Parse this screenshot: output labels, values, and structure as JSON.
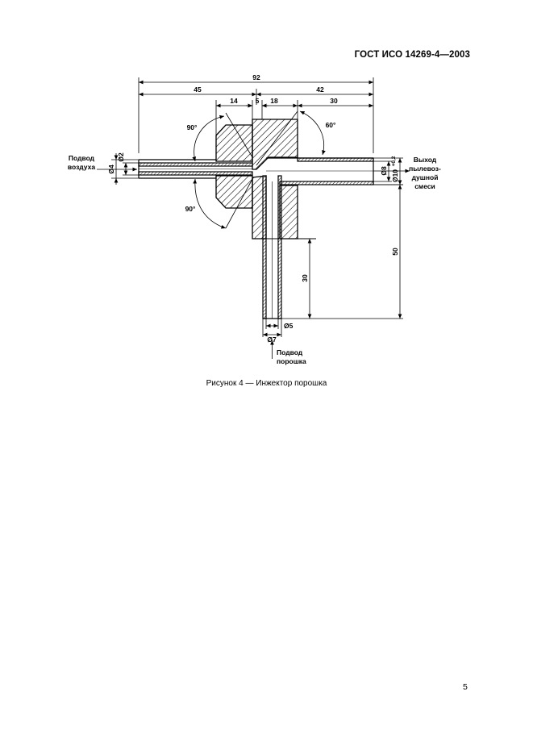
{
  "header": {
    "standard": "ГОСТ ИСО 14269-4—2003"
  },
  "figure": {
    "dimensions": {
      "overall_length": "92",
      "left_length": "45",
      "right_length": "42",
      "d14": "14",
      "d5": "5",
      "d18": "18",
      "d30_top": "30",
      "angle_top_left": "90°",
      "angle_top_right": "60°",
      "angle_bottom_left": "90°",
      "dia_4": "Ø4",
      "dia_2": "Ø2",
      "dia_8": "Ø8",
      "dia_10": "Ø10",
      "tol_10": "+0,2",
      "height_50": "50",
      "height_30": "30",
      "dia_7": "Ø7",
      "dia_5": "Ø5"
    },
    "labels": {
      "air_inlet_line1": "Подвод",
      "air_inlet_line2": "воздуха",
      "outlet_line1": "Выход",
      "outlet_line2": "пылевоз-",
      "outlet_line3": "душной",
      "outlet_line4": "смеси",
      "powder_inlet_line1": "Подвод",
      "powder_inlet_line2": "порошка"
    }
  },
  "caption": "Рисунок 4 — Инжектор порошка",
  "page_number": "5"
}
